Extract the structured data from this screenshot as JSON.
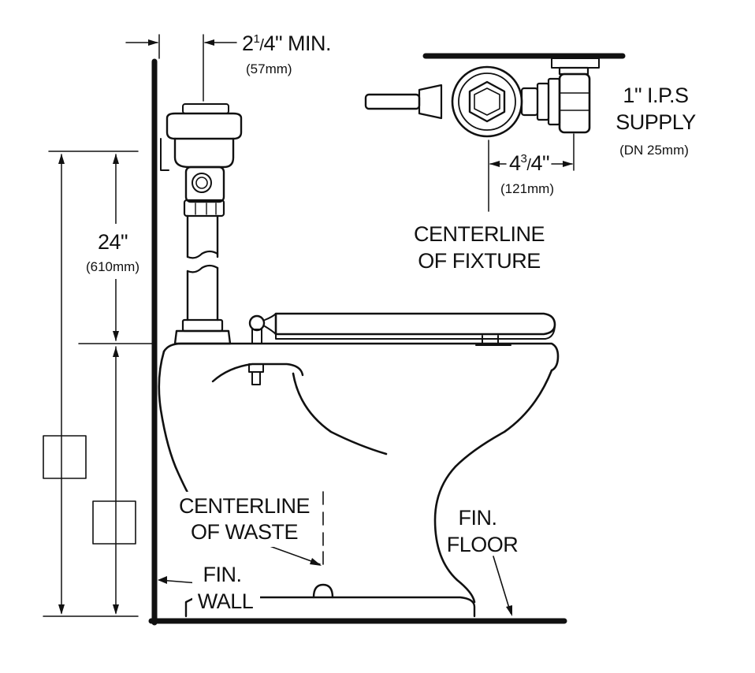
{
  "labels": {
    "top_dim_frac": "2¼\" MIN.",
    "top_dim_whole": "2",
    "top_dim_sup": "1",
    "top_dim_slash": "/",
    "top_dim_sub": "4\" MIN.",
    "top_dim_mm": "(57mm)",
    "supply_line1": "1\" I.P.S",
    "supply_line2": "SUPPLY",
    "supply_mm": "(DN 25mm)",
    "offset_whole": "4",
    "offset_sup": "3",
    "offset_slash": "/",
    "offset_sub": "4\"",
    "offset_mm": "(121mm)",
    "cl_fixture_1": "CENTERLINE",
    "cl_fixture_2": "OF FIXTURE",
    "height_dim": "24\"",
    "height_mm": "(610mm)",
    "cl_waste_1": "CENTERLINE",
    "cl_waste_2": "OF WASTE",
    "fin_floor_1": "FIN.",
    "fin_floor_2": "FLOOR",
    "fin_wall_1": "FIN.",
    "fin_wall_2": "WALL"
  },
  "colors": {
    "ink": "#111111",
    "paper": "#ffffff"
  }
}
